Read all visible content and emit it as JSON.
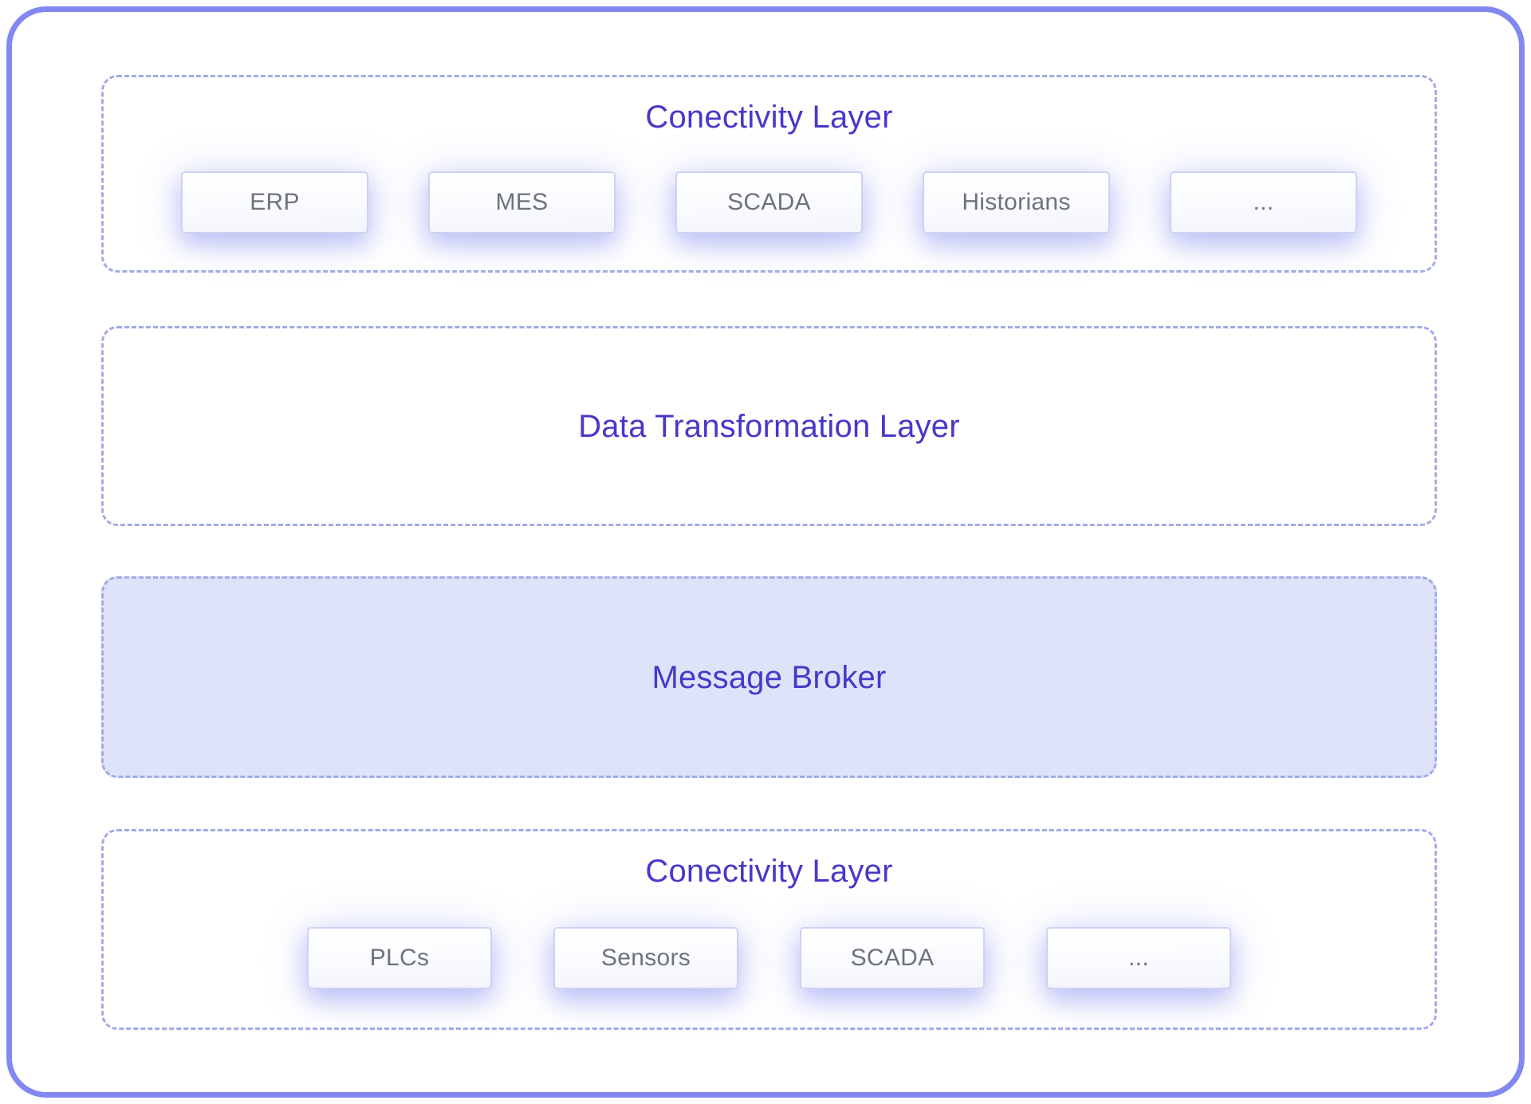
{
  "colors": {
    "outer_border": "#8288f0",
    "dashed_border": "#a2aae8",
    "title_text": "#4838c9",
    "item_text": "#6e737a",
    "broker_fill": "#dfe3f9",
    "item_border": "#cdd2f2",
    "canvas_bg": "#ffffff"
  },
  "layers": [
    {
      "title": "Conectivity Layer",
      "style": "dashed",
      "items": [
        "ERP",
        "MES",
        "SCADA",
        "Historians",
        "..."
      ]
    },
    {
      "title": "Data Transformation Layer",
      "style": "dashed",
      "items": []
    },
    {
      "title": "Message Broker",
      "style": "filled",
      "items": []
    },
    {
      "title": "Conectivity Layer",
      "style": "dashed",
      "items": [
        "PLCs",
        "Sensors",
        "SCADA",
        "..."
      ]
    }
  ]
}
